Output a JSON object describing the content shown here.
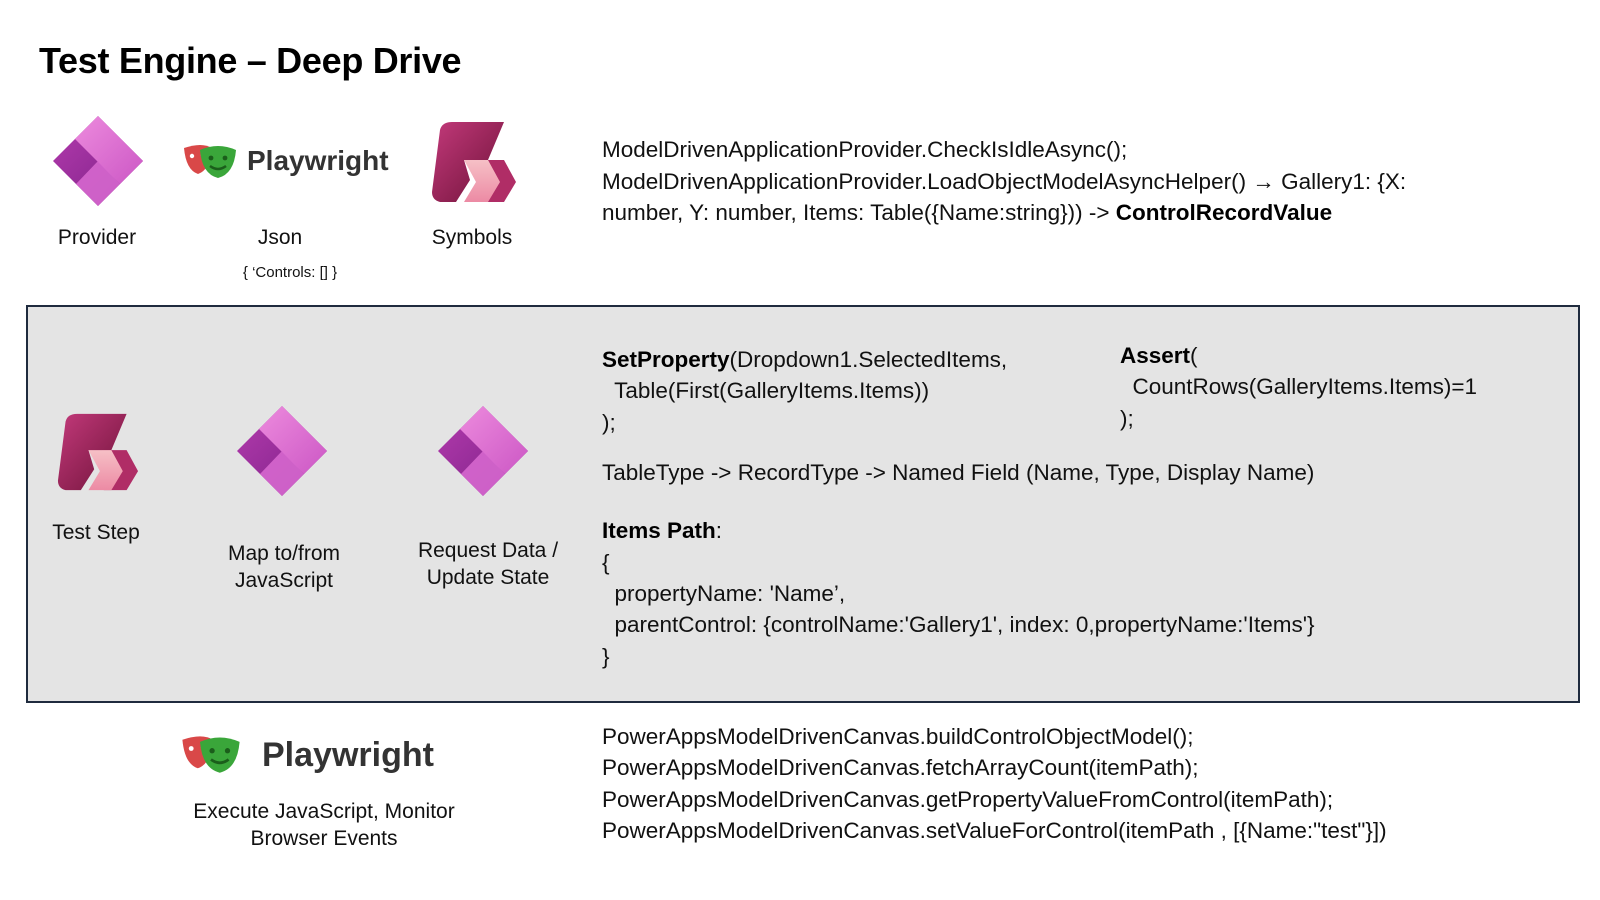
{
  "title": "Test Engine – Deep Drive",
  "top_row": {
    "provider_label": "Provider",
    "playwright_logo_text": "Playwright",
    "json_label": "Json",
    "json_note": "{ ‘Controls: [] }",
    "symbols_label": "Symbols",
    "code_line1": "ModelDrivenApplicationProvider.CheckIsIdleAsync();",
    "code_line2": "ModelDrivenApplicationProvider.LoadObjectModelAsyncHelper() → Gallery1: {X:",
    "code_line3_plain": "number, Y: number, Items: Table({Name:string})) -> ",
    "code_line3_bold": "ControlRecordValue"
  },
  "panel": {
    "test_step_label": "Test Step",
    "map_label_1": "Map to/from",
    "map_label_2": "JavaScript",
    "request_label_1": "Request Data /",
    "request_label_2": "Update State",
    "setproperty_fn": "SetProperty",
    "setproperty_line1_rest": "(Dropdown1.SelectedItems,",
    "setproperty_line2": "  Table(First(GalleryItems.Items))",
    "setproperty_line3": ");",
    "assert_fn": "Assert",
    "assert_line1_rest": "(",
    "assert_line2": "  CountRows(GalleryItems.Items)=1",
    "assert_line3": ");",
    "tabletype_line": "TableType -> RecordType -> Named Field (Name, Type, Display Name)",
    "items_path_label": "Items Path",
    "items_path_colon": ":",
    "items_line1": "{",
    "items_line2": "  propertyName: 'Name’,",
    "items_line3": "  parentControl: {controlName:'Gallery1', index: 0,propertyName:'Items'}",
    "items_line4": "}"
  },
  "bottom": {
    "playwright_logo_text": "Playwright",
    "caption_1": "Execute JavaScript, Monitor",
    "caption_2": "Browser Events",
    "code_lines": [
      "PowerAppsModelDrivenCanvas.buildControlObjectModel();",
      "PowerAppsModelDrivenCanvas.fetchArrayCount(itemPath);",
      "PowerAppsModelDrivenCanvas.getPropertyValueFromControl(itemPath);",
      "PowerAppsModelDrivenCanvas.setValueForControl(itemPath , [{Name:\"test\"}])"
    ]
  },
  "colors": {
    "panel_bg": "#e4e4e4",
    "panel_border": "#1f2b3e",
    "powerapps_purple": "#9b2fa0",
    "powerapps_pink": "#e06fd0",
    "symbols_maroon": "#8a1d4a",
    "symbols_pink": "#f2a6b8",
    "mask_green": "#3aa63a",
    "mask_red": "#d94848"
  },
  "icons": [
    "powerapps-icon",
    "playwright-masks-icon",
    "symbols-icon"
  ]
}
